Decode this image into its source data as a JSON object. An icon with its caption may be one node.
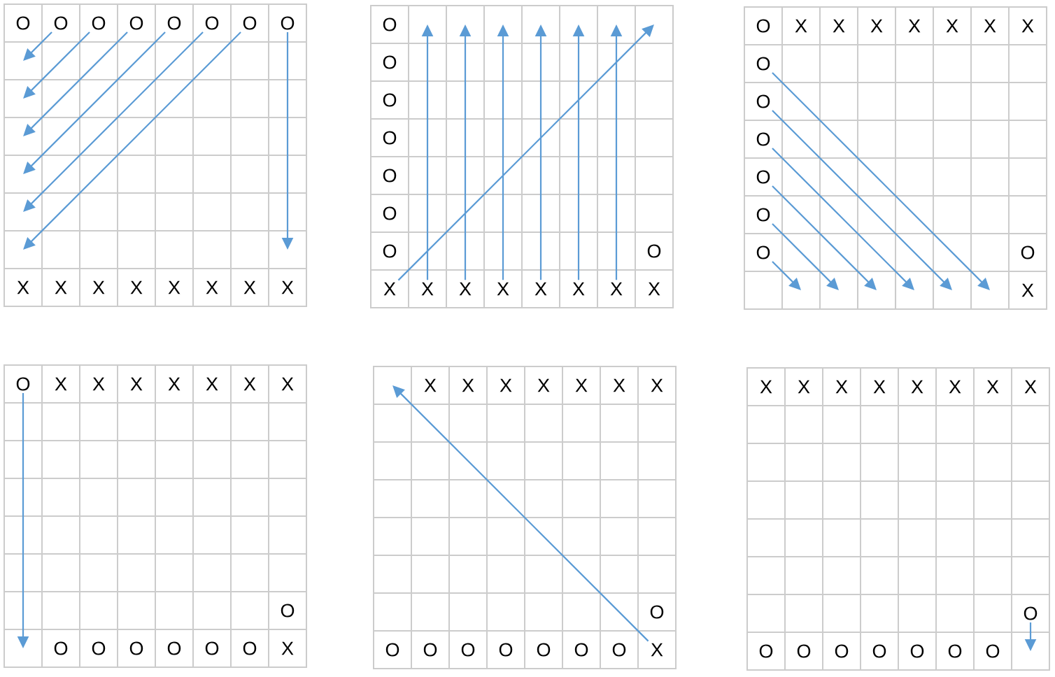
{
  "diagram": {
    "nodes": [
      {
        "text": [],
        "shape": "grid"
      },
      {
        "text": [
          "O"
        ],
        "in": 0
      },
      {
        "text": [
          "O"
        ],
        "in": 0
      },
      {
        "text": [
          "O"
        ],
        "in": 0
      },
      {
        "text": [
          "O"
        ],
        "in": 0
      },
      {
        "text": [
          "O"
        ],
        "in": 0
      },
      {
        "text": [
          "O"
        ],
        "in": 0
      },
      {
        "text": [
          "O"
        ],
        "in": 0
      },
      {
        "text": [
          "O"
        ],
        "in": 0
      },
      {
        "text": [],
        "shape": "box",
        "in": 0
      },
      {
        "text": [],
        "shape": "box",
        "in": 0
      },
      {
        "text": [],
        "shape": "box",
        "in": 0
      },
      {
        "text": [],
        "shape": "box",
        "in": 0
      },
      {
        "text": [],
        "shape": "box",
        "in": 0
      },
      {
        "text": [],
        "shape": "box",
        "in": 0
      },
      {
        "text": [],
        "shape": "box",
        "in": 0
      },
      {
        "text": [
          "X"
        ],
        "in": 0
      },
      {
        "text": [
          "X"
        ],
        "in": 0
      },
      {
        "text": [
          "X"
        ],
        "in": 0
      },
      {
        "text": [
          "X"
        ],
        "in": 0
      },
      {
        "text": [
          "X"
        ],
        "in": 0
      },
      {
        "text": [
          "X"
        ],
        "in": 0
      },
      {
        "text": [
          "X"
        ],
        "in": 0
      },
      {
        "text": [
          "X"
        ],
        "in": 0
      },
      {
        "text": [],
        "shape": "grid"
      },
      {
        "text": [
          "O"
        ],
        "in": 24
      },
      {
        "text": [],
        "shape": "box",
        "in": 24
      },
      {
        "text": [],
        "shape": "box",
        "in": 24
      },
      {
        "text": [],
        "shape": "box",
        "in": 24
      },
      {
        "text": [],
        "shape": "box",
        "in": 24
      },
      {
        "text": [],
        "shape": "box",
        "in": 24
      },
      {
        "text": [],
        "shape": "box",
        "in": 24
      },
      {
        "text": [],
        "shape": "box",
        "in": 24
      },
      {
        "text": [
          "O"
        ],
        "in": 24
      },
      {
        "text": [
          "O"
        ],
        "in": 24
      },
      {
        "text": [
          "O"
        ],
        "in": 24
      },
      {
        "text": [
          "O"
        ],
        "in": 24
      },
      {
        "text": [
          "O"
        ],
        "in": 24
      },
      {
        "text": [
          "O"
        ],
        "in": 24
      },
      {
        "text": [
          "O"
        ],
        "in": 24
      },
      {
        "text": [
          "X"
        ],
        "in": 24
      },
      {
        "text": [
          "X"
        ],
        "in": 24
      },
      {
        "text": [
          "X"
        ],
        "in": 24
      },
      {
        "text": [
          "X"
        ],
        "in": 24
      },
      {
        "text": [
          "X"
        ],
        "in": 24
      },
      {
        "text": [
          "X"
        ],
        "in": 24
      },
      {
        "text": [
          "X"
        ],
        "in": 24
      },
      {
        "text": [
          "X"
        ],
        "in": 24
      },
      {
        "text": [],
        "shape": "grid"
      },
      {
        "text": [
          "O"
        ],
        "in": 48
      },
      {
        "text": [
          "X"
        ],
        "in": 48
      },
      {
        "text": [
          "X"
        ],
        "in": 48
      },
      {
        "text": [
          "X"
        ],
        "in": 48
      },
      {
        "text": [
          "X"
        ],
        "in": 48
      },
      {
        "text": [
          "X"
        ],
        "in": 48
      },
      {
        "text": [
          "X"
        ],
        "in": 48
      },
      {
        "text": [
          "X"
        ],
        "in": 48
      },
      {
        "text": [
          "O"
        ],
        "in": 48
      },
      {
        "text": [
          "O"
        ],
        "in": 48
      },
      {
        "text": [
          "O"
        ],
        "in": 48
      },
      {
        "text": [
          "O"
        ],
        "in": 48
      },
      {
        "text": [
          "O"
        ],
        "in": 48
      },
      {
        "text": [
          "O"
        ],
        "in": 48
      },
      {
        "text": [
          "O"
        ],
        "in": 48
      },
      {
        "text": [],
        "shape": "box",
        "in": 48
      },
      {
        "text": [],
        "shape": "box",
        "in": 48
      },
      {
        "text": [],
        "shape": "box",
        "in": 48
      },
      {
        "text": [],
        "shape": "box",
        "in": 48
      },
      {
        "text": [],
        "shape": "box",
        "in": 48
      },
      {
        "text": [],
        "shape": "box",
        "in": 48
      },
      {
        "text": [
          "X"
        ],
        "in": 48
      },
      {
        "text": [],
        "shape": "grid"
      },
      {
        "text": [
          "O"
        ],
        "in": 71
      },
      {
        "text": [
          "X"
        ],
        "in": 71
      },
      {
        "text": [
          "X"
        ],
        "in": 71
      },
      {
        "text": [
          "X"
        ],
        "in": 71
      },
      {
        "text": [
          "X"
        ],
        "in": 71
      },
      {
        "text": [
          "X"
        ],
        "in": 71
      },
      {
        "text": [
          "X"
        ],
        "in": 71
      },
      {
        "text": [
          "X"
        ],
        "in": 71
      },
      {
        "text": [
          "O"
        ],
        "in": 71
      },
      {
        "text": [],
        "shape": "box",
        "in": 71
      },
      {
        "text": [
          "O"
        ],
        "in": 71
      },
      {
        "text": [
          "O"
        ],
        "in": 71
      },
      {
        "text": [
          "O"
        ],
        "in": 71
      },
      {
        "text": [
          "O"
        ],
        "in": 71
      },
      {
        "text": [
          "O"
        ],
        "in": 71
      },
      {
        "text": [
          "O"
        ],
        "in": 71
      },
      {
        "text": [
          "X"
        ],
        "in": 71
      },
      {
        "text": [],
        "shape": "grid"
      },
      {
        "text": [],
        "shape": "box",
        "in": 89
      },
      {
        "text": [
          "X"
        ],
        "in": 89
      },
      {
        "text": [
          "X"
        ],
        "in": 89
      },
      {
        "text": [
          "X"
        ],
        "in": 89
      },
      {
        "text": [
          "X"
        ],
        "in": 89
      },
      {
        "text": [
          "X"
        ],
        "in": 89
      },
      {
        "text": [
          "X"
        ],
        "in": 89
      },
      {
        "text": [
          "X"
        ],
        "in": 89
      },
      {
        "text": [
          "O"
        ],
        "in": 89
      },
      {
        "text": [
          "O"
        ],
        "in": 89
      },
      {
        "text": [
          "O"
        ],
        "in": 89
      },
      {
        "text": [
          "O"
        ],
        "in": 89
      },
      {
        "text": [
          "O"
        ],
        "in": 89
      },
      {
        "text": [
          "O"
        ],
        "in": 89
      },
      {
        "text": [
          "O"
        ],
        "in": 89
      },
      {
        "text": [
          "O"
        ],
        "in": 89
      },
      {
        "text": [
          "X"
        ],
        "in": 89
      },
      {
        "text": [],
        "shape": "grid"
      },
      {
        "text": [
          "X"
        ],
        "in": 107
      },
      {
        "text": [
          "X"
        ],
        "in": 107
      },
      {
        "text": [
          "X"
        ],
        "in": 107
      },
      {
        "text": [
          "X"
        ],
        "in": 107
      },
      {
        "text": [
          "X"
        ],
        "in": 107
      },
      {
        "text": [
          "X"
        ],
        "in": 107
      },
      {
        "text": [
          "X"
        ],
        "in": 107
      },
      {
        "text": [
          "X"
        ],
        "in": 107
      },
      {
        "text": [
          "O"
        ],
        "in": 107
      },
      {
        "text": [
          "O"
        ],
        "in": 107
      },
      {
        "text": [
          "O"
        ],
        "in": 107
      },
      {
        "text": [
          "O"
        ],
        "in": 107
      },
      {
        "text": [
          "O"
        ],
        "in": 107
      },
      {
        "text": [
          "O"
        ],
        "in": 107
      },
      {
        "text": [
          "O"
        ],
        "in": 107
      },
      {
        "text": [
          "O"
        ],
        "in": 107
      },
      {
        "text": [],
        "shape": "box",
        "in": 107
      }
    ],
    "edges": [
      {
        "from": 2,
        "to": 9,
        "arrow": "to"
      },
      {
        "from": 3,
        "to": 10,
        "arrow": "to"
      },
      {
        "from": 4,
        "to": 11,
        "arrow": "to"
      },
      {
        "from": 5,
        "to": 12,
        "arrow": "to"
      },
      {
        "from": 6,
        "to": 13,
        "arrow": "to"
      },
      {
        "from": 7,
        "to": 14,
        "arrow": "to"
      },
      {
        "from": 8,
        "to": 15,
        "arrow": "to"
      },
      {
        "from": 40,
        "to": 32,
        "arrow": "to"
      },
      {
        "from": 41,
        "to": 26,
        "arrow": "to"
      },
      {
        "from": 42,
        "to": 27,
        "arrow": "to"
      },
      {
        "from": 43,
        "to": 28,
        "arrow": "to"
      },
      {
        "from": 44,
        "to": 29,
        "arrow": "to"
      },
      {
        "from": 45,
        "to": 30,
        "arrow": "to"
      },
      {
        "from": 46,
        "to": 31,
        "arrow": "to"
      },
      {
        "from": 57,
        "to": 69,
        "arrow": "to"
      },
      {
        "from": 58,
        "to": 68,
        "arrow": "to"
      },
      {
        "from": 59,
        "to": 67,
        "arrow": "to"
      },
      {
        "from": 60,
        "to": 66,
        "arrow": "to"
      },
      {
        "from": 61,
        "to": 65,
        "arrow": "to"
      },
      {
        "from": 62,
        "to": 64,
        "arrow": "to"
      },
      {
        "from": 72,
        "to": 81,
        "arrow": "to"
      },
      {
        "from": 106,
        "to": 90,
        "arrow": "to"
      },
      {
        "from": 116,
        "to": 124,
        "arrow": "to"
      }
    ]
  }
}
